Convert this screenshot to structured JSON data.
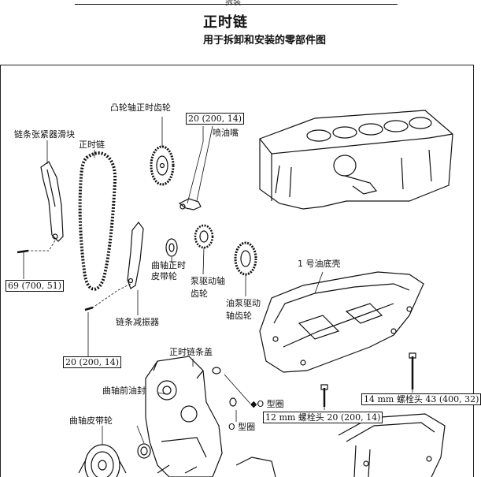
{
  "page": {
    "top_fragment": "拆装",
    "title": "正时链",
    "subtitle": "用于拆卸和安装的零部件图"
  },
  "labels": {
    "camshaft_timing_gear": "凸轮轴正时齿轮",
    "torque_spec_top": "20 (200, 14)",
    "oil_nozzle": "喷油嘴",
    "chain_tensioner_slipper": "链条张紧器滑块",
    "timing_chain": "正时链",
    "crank_timing_pulley_1": "曲轴正时",
    "crank_timing_pulley_2": "皮带轮",
    "pump_drive_shaft_gear_1": "泵驱动轴",
    "pump_drive_shaft_gear_2": "齿轮",
    "oil_pump_drive_gear_1": "油泵驱动",
    "oil_pump_drive_gear_2": "轴齿轮",
    "oil_pan_no1": "1 号油底壳",
    "torque_spec_left": "69 (700, 51)",
    "chain_damper": "链条减振器",
    "torque_spec_left_bottom": "20 (200, 14)",
    "timing_chain_cover": "正时链条盖",
    "crank_front_oil_seal": "曲轴前油封",
    "o_ring_marked": "◆O 型圈",
    "o_ring": "O 型圈",
    "crank_pulley": "曲轴皮带轮",
    "bolt_14mm": "14 mm 螺栓头 43 (400, 32)",
    "bolt_12mm": "12 mm 螺栓头 20 (200, 14)"
  }
}
